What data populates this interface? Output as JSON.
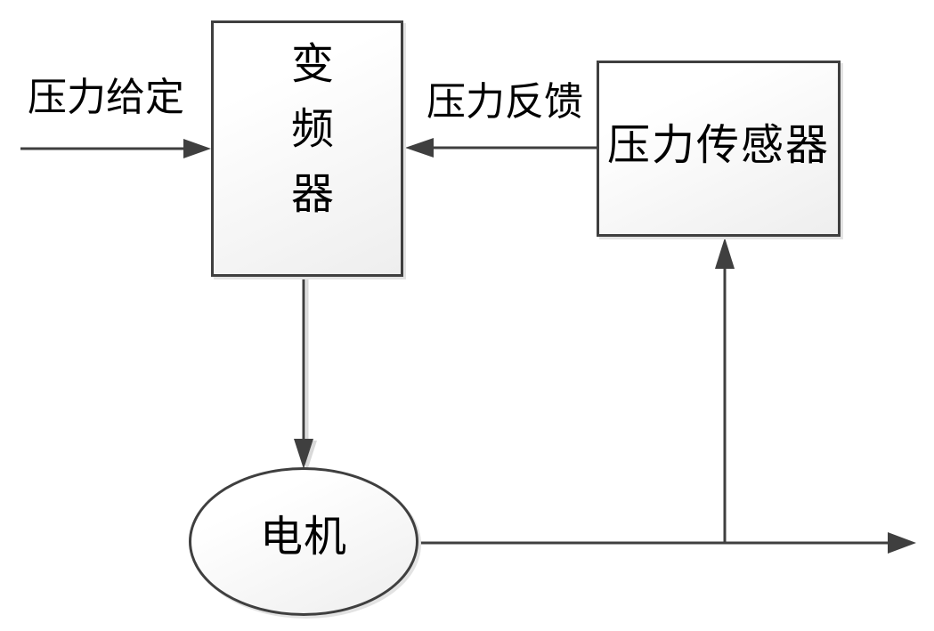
{
  "diagram": {
    "type": "block-diagram",
    "description": "Closed-loop pressure control system with inverter, motor and pressure sensor",
    "nodes": [
      {
        "id": "inverter",
        "label": "变频器",
        "shape": "rectangle",
        "text_orientation": "vertical"
      },
      {
        "id": "sensor",
        "label": "压力传感器",
        "shape": "rectangle",
        "text_orientation": "horizontal"
      },
      {
        "id": "motor",
        "label": "电机",
        "shape": "ellipse",
        "text_orientation": "horizontal"
      }
    ],
    "edges": [
      {
        "id": "setpoint-input",
        "from": "external-input",
        "to": "inverter",
        "label": "压力给定",
        "direction": "right"
      },
      {
        "id": "feedback",
        "from": "sensor",
        "to": "inverter",
        "label": "压力反馈",
        "direction": "left"
      },
      {
        "id": "inverter-to-motor",
        "from": "inverter",
        "to": "motor",
        "label": "",
        "direction": "down"
      },
      {
        "id": "motor-output",
        "from": "motor",
        "to": "external-output",
        "label": "",
        "direction": "right"
      },
      {
        "id": "motor-to-sensor",
        "from": "motor-output-line",
        "to": "sensor",
        "label": "",
        "direction": "up"
      }
    ],
    "colors": {
      "stroke": "#3f3f3f",
      "node_fill_top": "#ffffff",
      "node_fill_bottom": "#eeeeee",
      "shadow": "#d9d9d9",
      "text": "#000000",
      "background": "#ffffff"
    }
  }
}
